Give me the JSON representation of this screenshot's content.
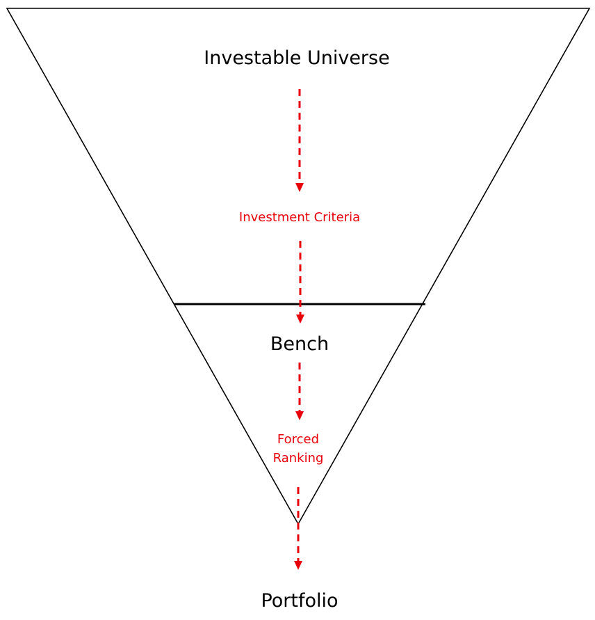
{
  "diagram": {
    "type": "funnel",
    "stages": {
      "universe": "Investable Universe",
      "criteria": "Investment Criteria",
      "bench": "Bench",
      "ranking_line1": "Forced",
      "ranking_line2": "Ranking",
      "portfolio": "Portfolio"
    },
    "colors": {
      "stage_text": "#000000",
      "process_text": "#e8000b",
      "arrow": "#e8000b",
      "outline": "#000000"
    }
  }
}
